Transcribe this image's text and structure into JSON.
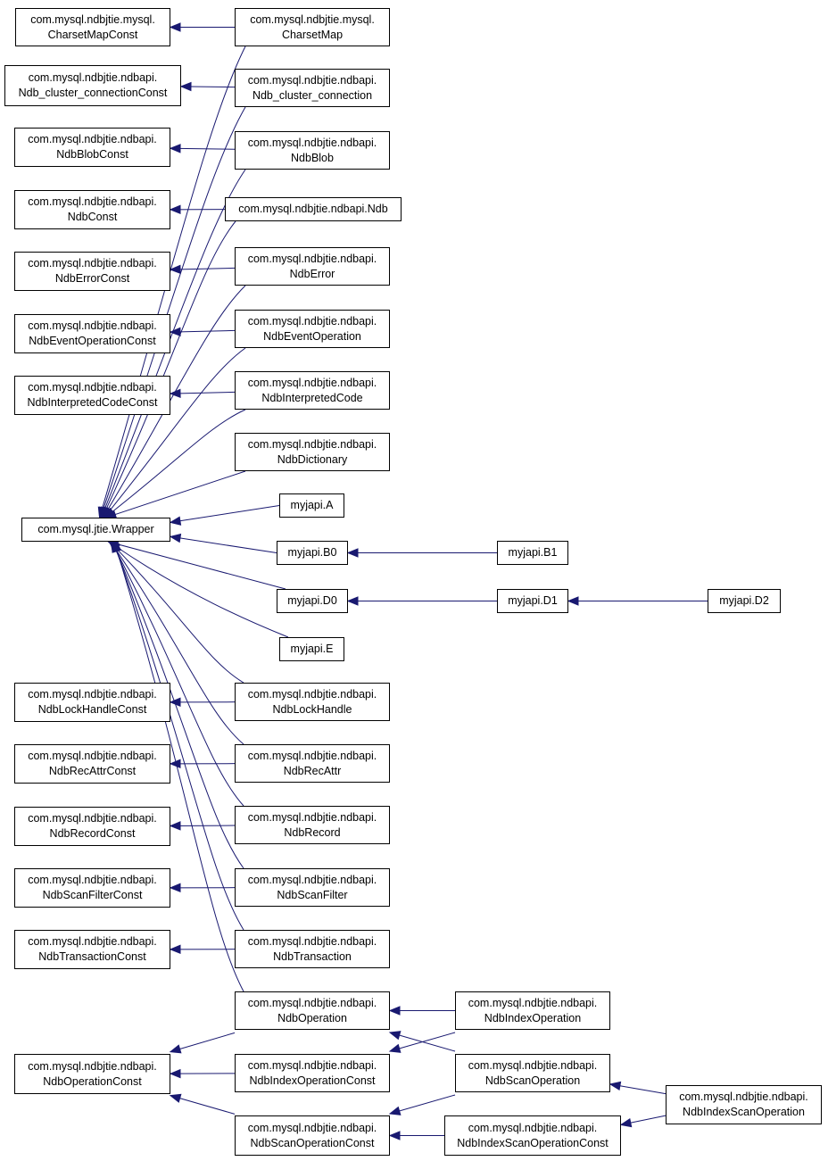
{
  "colors": {
    "edge": "#191970",
    "border": "#000000",
    "background": "#ffffff"
  },
  "nodes": [
    {
      "id": "CharsetMapConst",
      "lines": [
        "com.mysql.ndbjtie.mysql.",
        "CharsetMapConst"
      ]
    },
    {
      "id": "CharsetMap",
      "lines": [
        "com.mysql.ndbjtie.mysql.",
        "CharsetMap"
      ]
    },
    {
      "id": "Ndb_cluster_connectionConst",
      "lines": [
        "com.mysql.ndbjtie.ndbapi.",
        "Ndb_cluster_connectionConst"
      ]
    },
    {
      "id": "Ndb_cluster_connection",
      "lines": [
        "com.mysql.ndbjtie.ndbapi.",
        "Ndb_cluster_connection"
      ]
    },
    {
      "id": "NdbBlobConst",
      "lines": [
        "com.mysql.ndbjtie.ndbapi.",
        "NdbBlobConst"
      ]
    },
    {
      "id": "NdbBlob",
      "lines": [
        "com.mysql.ndbjtie.ndbapi.",
        "NdbBlob"
      ]
    },
    {
      "id": "NdbConst",
      "lines": [
        "com.mysql.ndbjtie.ndbapi.",
        "NdbConst"
      ]
    },
    {
      "id": "Ndb",
      "lines": [
        "com.mysql.ndbjtie.ndbapi.Ndb"
      ]
    },
    {
      "id": "NdbErrorConst",
      "lines": [
        "com.mysql.ndbjtie.ndbapi.",
        "NdbErrorConst"
      ]
    },
    {
      "id": "NdbError",
      "lines": [
        "com.mysql.ndbjtie.ndbapi.",
        "NdbError"
      ]
    },
    {
      "id": "NdbEventOperationConst",
      "lines": [
        "com.mysql.ndbjtie.ndbapi.",
        "NdbEventOperationConst"
      ]
    },
    {
      "id": "NdbEventOperation",
      "lines": [
        "com.mysql.ndbjtie.ndbapi.",
        "NdbEventOperation"
      ]
    },
    {
      "id": "NdbInterpretedCodeConst",
      "lines": [
        "com.mysql.ndbjtie.ndbapi.",
        "NdbInterpretedCodeConst"
      ]
    },
    {
      "id": "NdbInterpretedCode",
      "lines": [
        "com.mysql.ndbjtie.ndbapi.",
        "NdbInterpretedCode"
      ]
    },
    {
      "id": "NdbDictionary",
      "lines": [
        "com.mysql.ndbjtie.ndbapi.",
        "NdbDictionary"
      ]
    },
    {
      "id": "Wrapper",
      "lines": [
        "com.mysql.jtie.Wrapper"
      ]
    },
    {
      "id": "A",
      "lines": [
        "myjapi.A"
      ]
    },
    {
      "id": "B0",
      "lines": [
        "myjapi.B0"
      ]
    },
    {
      "id": "B1",
      "lines": [
        "myjapi.B1"
      ]
    },
    {
      "id": "D0",
      "lines": [
        "myjapi.D0"
      ]
    },
    {
      "id": "D1",
      "lines": [
        "myjapi.D1"
      ]
    },
    {
      "id": "D2",
      "lines": [
        "myjapi.D2"
      ]
    },
    {
      "id": "E",
      "lines": [
        "myjapi.E"
      ]
    },
    {
      "id": "NdbLockHandleConst",
      "lines": [
        "com.mysql.ndbjtie.ndbapi.",
        "NdbLockHandleConst"
      ]
    },
    {
      "id": "NdbLockHandle",
      "lines": [
        "com.mysql.ndbjtie.ndbapi.",
        "NdbLockHandle"
      ]
    },
    {
      "id": "NdbRecAttrConst",
      "lines": [
        "com.mysql.ndbjtie.ndbapi.",
        "NdbRecAttrConst"
      ]
    },
    {
      "id": "NdbRecAttr",
      "lines": [
        "com.mysql.ndbjtie.ndbapi.",
        "NdbRecAttr"
      ]
    },
    {
      "id": "NdbRecordConst",
      "lines": [
        "com.mysql.ndbjtie.ndbapi.",
        "NdbRecordConst"
      ]
    },
    {
      "id": "NdbRecord",
      "lines": [
        "com.mysql.ndbjtie.ndbapi.",
        "NdbRecord"
      ]
    },
    {
      "id": "NdbScanFilterConst",
      "lines": [
        "com.mysql.ndbjtie.ndbapi.",
        "NdbScanFilterConst"
      ]
    },
    {
      "id": "NdbScanFilter",
      "lines": [
        "com.mysql.ndbjtie.ndbapi.",
        "NdbScanFilter"
      ]
    },
    {
      "id": "NdbTransactionConst",
      "lines": [
        "com.mysql.ndbjtie.ndbapi.",
        "NdbTransactionConst"
      ]
    },
    {
      "id": "NdbTransaction",
      "lines": [
        "com.mysql.ndbjtie.ndbapi.",
        "NdbTransaction"
      ]
    },
    {
      "id": "NdbOperation",
      "lines": [
        "com.mysql.ndbjtie.ndbapi.",
        "NdbOperation"
      ]
    },
    {
      "id": "NdbIndexOperation",
      "lines": [
        "com.mysql.ndbjtie.ndbapi.",
        "NdbIndexOperation"
      ]
    },
    {
      "id": "NdbOperationConst",
      "lines": [
        "com.mysql.ndbjtie.ndbapi.",
        "NdbOperationConst"
      ]
    },
    {
      "id": "NdbIndexOperationConst",
      "lines": [
        "com.mysql.ndbjtie.ndbapi.",
        "NdbIndexOperationConst"
      ]
    },
    {
      "id": "NdbScanOperation",
      "lines": [
        "com.mysql.ndbjtie.ndbapi.",
        "NdbScanOperation"
      ]
    },
    {
      "id": "NdbIndexScanOperation",
      "lines": [
        "com.mysql.ndbjtie.ndbapi.",
        "NdbIndexScanOperation"
      ]
    },
    {
      "id": "NdbScanOperationConst",
      "lines": [
        "com.mysql.ndbjtie.ndbapi.",
        "NdbScanOperationConst"
      ]
    },
    {
      "id": "NdbIndexScanOperationConst",
      "lines": [
        "com.mysql.ndbjtie.ndbapi.",
        "NdbIndexScanOperationConst"
      ]
    }
  ],
  "edges": [
    {
      "from": "CharsetMap",
      "to": "CharsetMapConst"
    },
    {
      "from": "CharsetMap",
      "to": "Wrapper"
    },
    {
      "from": "Ndb_cluster_connection",
      "to": "Ndb_cluster_connectionConst"
    },
    {
      "from": "Ndb_cluster_connection",
      "to": "Wrapper"
    },
    {
      "from": "NdbBlob",
      "to": "NdbBlobConst"
    },
    {
      "from": "NdbBlob",
      "to": "Wrapper"
    },
    {
      "from": "Ndb",
      "to": "NdbConst"
    },
    {
      "from": "Ndb",
      "to": "Wrapper"
    },
    {
      "from": "NdbError",
      "to": "NdbErrorConst"
    },
    {
      "from": "NdbError",
      "to": "Wrapper"
    },
    {
      "from": "NdbEventOperation",
      "to": "NdbEventOperationConst"
    },
    {
      "from": "NdbEventOperation",
      "to": "Wrapper"
    },
    {
      "from": "NdbInterpretedCode",
      "to": "NdbInterpretedCodeConst"
    },
    {
      "from": "NdbInterpretedCode",
      "to": "Wrapper"
    },
    {
      "from": "NdbDictionary",
      "to": "Wrapper"
    },
    {
      "from": "A",
      "to": "Wrapper"
    },
    {
      "from": "B0",
      "to": "Wrapper"
    },
    {
      "from": "D0",
      "to": "Wrapper"
    },
    {
      "from": "E",
      "to": "Wrapper"
    },
    {
      "from": "B1",
      "to": "B0"
    },
    {
      "from": "D1",
      "to": "D0"
    },
    {
      "from": "D2",
      "to": "D1"
    },
    {
      "from": "NdbLockHandle",
      "to": "NdbLockHandleConst"
    },
    {
      "from": "NdbLockHandle",
      "to": "Wrapper"
    },
    {
      "from": "NdbRecAttr",
      "to": "NdbRecAttrConst"
    },
    {
      "from": "NdbRecAttr",
      "to": "Wrapper"
    },
    {
      "from": "NdbRecord",
      "to": "NdbRecordConst"
    },
    {
      "from": "NdbRecord",
      "to": "Wrapper"
    },
    {
      "from": "NdbScanFilter",
      "to": "NdbScanFilterConst"
    },
    {
      "from": "NdbScanFilter",
      "to": "Wrapper"
    },
    {
      "from": "NdbTransaction",
      "to": "NdbTransactionConst"
    },
    {
      "from": "NdbTransaction",
      "to": "Wrapper"
    },
    {
      "from": "NdbOperation",
      "to": "NdbOperationConst"
    },
    {
      "from": "NdbOperation",
      "to": "Wrapper"
    },
    {
      "from": "NdbIndexOperation",
      "to": "NdbOperation"
    },
    {
      "from": "NdbIndexOperation",
      "to": "NdbIndexOperationConst"
    },
    {
      "from": "NdbScanOperation",
      "to": "NdbOperation"
    },
    {
      "from": "NdbScanOperation",
      "to": "NdbScanOperationConst"
    },
    {
      "from": "NdbIndexOperationConst",
      "to": "NdbOperationConst"
    },
    {
      "from": "NdbScanOperationConst",
      "to": "NdbOperationConst"
    },
    {
      "from": "NdbIndexScanOperation",
      "to": "NdbScanOperation"
    },
    {
      "from": "NdbIndexScanOperation",
      "to": "NdbIndexScanOperationConst"
    },
    {
      "from": "NdbIndexScanOperationConst",
      "to": "NdbScanOperationConst"
    }
  ]
}
